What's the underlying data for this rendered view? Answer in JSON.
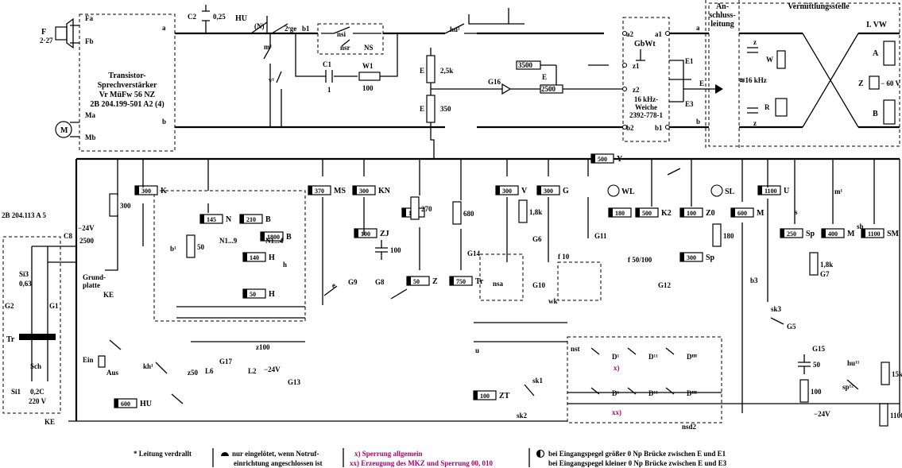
{
  "headers": {
    "anschluss": "An-\nschluss-\nleitung",
    "vermittlung": "Vermittlungsstelle"
  },
  "amplifier": {
    "lines": [
      "Transistor-",
      "Sprechverstärker",
      "Vr MüFw 56 NZ",
      "2B 204.199-501 A2 (4)"
    ],
    "fa": "Fa",
    "fb": "Fb",
    "ma": "Ma",
    "mb": "Mb",
    "f": "F",
    "f_ref": "2·27",
    "m": "M"
  },
  "psu": {
    "ref": "2B 204.113 A 5",
    "si3": "Si3",
    "si3v": "0,63",
    "g2": "G2",
    "g1": "G1",
    "tr": "Tr",
    "sch": "Sch",
    "si1": "Si1",
    "si1v": "0,2C",
    "v220": "220 V",
    "c8": "C8",
    "c8v": "2500",
    "v24": "−24V",
    "grundplatte": "Grund-\nplatte",
    "ke": "KE"
  },
  "labels": {
    "a": "a",
    "b": "b",
    "c2": "C2",
    "c2v": "0,25",
    "hu": "HU",
    "n": "(N)",
    "m1": "m¹",
    "v1": "v¹",
    "ge2": "2ʳge",
    "b1": "b1",
    "nsi": "nsi",
    "nsr": "nsr",
    "ns": "NS",
    "c1": "C1",
    "c1v": "1",
    "w1": "W1",
    "w1v": "100",
    "hu1": "hu¹",
    "e25": "2,5k",
    "e350": "350",
    "E": "E",
    "g16": "G16",
    "e3500": "3500",
    "e2500": "2500",
    "gbwt": "GbWt",
    "z1": "z1",
    "z2": "z2",
    "a2": "a2",
    "b2": "b2",
    "a1": "a1",
    "b1r": "b1",
    "weiche": "16 kHz-\nWeiche\n2392-778-1",
    "e1": "E1",
    "e3": "E3",
    "khz": "≋16 kHz",
    "lvw": "I. VW",
    "A": "A",
    "B": "B",
    "W": "W",
    "R": "R",
    "Z": "Z",
    "v60": "− 60 V",
    "zz": "z"
  },
  "relays": [
    {
      "id": "K",
      "v": "300"
    },
    {
      "id": "MS",
      "v": "370"
    },
    {
      "id": "KN",
      "v": "300"
    },
    {
      "id": "ZJ",
      "v": "100"
    },
    {
      "id": "V",
      "v": "300"
    },
    {
      "id": "G",
      "v": "300"
    },
    {
      "id": "Y",
      "v": "500"
    },
    {
      "id": "K2",
      "v": "500"
    },
    {
      "id": "Z0",
      "v": "100"
    },
    {
      "id": "M",
      "v": "600"
    },
    {
      "id": "U",
      "v": "1100"
    },
    {
      "id": "Sp",
      "v": "250"
    },
    {
      "id": "M2",
      "v": "400"
    },
    {
      "id": "SM",
      "v": "1100"
    },
    {
      "id": "Sp2",
      "v": "300"
    },
    {
      "id": "N",
      "v": "145"
    },
    {
      "id": "B",
      "v": "210"
    },
    {
      "id": "B2",
      "v": "1800"
    },
    {
      "id": "H",
      "v": "140"
    },
    {
      "id": "H2",
      "v": "50"
    },
    {
      "id": "Bs",
      "v": "50"
    },
    {
      "id": "Z",
      "v": "50"
    },
    {
      "id": "Tr",
      "v": "750"
    },
    {
      "id": "ZT",
      "v": "100"
    },
    {
      "id": "HU",
      "v": "600"
    },
    {
      "id": "W5",
      "v": "300"
    },
    {
      "id": "W7",
      "v": "100"
    },
    {
      "id": "Z270",
      "v": "270"
    },
    {
      "id": "Z680",
      "v": "680"
    },
    {
      "id": "W9",
      "v": "180"
    },
    {
      "id": "W10",
      "v": "180"
    },
    {
      "id": "W11",
      "v": "100"
    },
    {
      "id": "W4",
      "v": "1,8k"
    },
    {
      "id": "W3",
      "v": "1,8k"
    },
    {
      "id": "C9",
      "v": "100"
    },
    {
      "id": "C10",
      "v": "50"
    },
    {
      "id": "SP",
      "v": "15k"
    },
    {
      "id": "S",
      "v": "1100"
    }
  ],
  "misc": {
    "wl": "WL",
    "sl": "SL",
    "g6": "G6",
    "g9": "G9",
    "g8": "G8",
    "g10": "G10",
    "g11": "G11",
    "g12": "G12",
    "g13": "G13",
    "g14": "G14",
    "g15": "G15",
    "g17": "G17",
    "g5": "G5",
    "g7": "G7",
    "nsa": "nsa",
    "wk": "wk",
    "f10": "f 10",
    "f5100": "f 50/100",
    "ein": "Ein",
    "aus": "Aus",
    "kh1": "kh¹",
    "z50": "z50",
    "z100": "z100",
    "l6": "L6",
    "l2": "L2",
    "v24b": "−24V",
    "nst": "nst",
    "nsd2": "nsd2",
    "u": "u",
    "d1": "D¹",
    "d2": "D¹¹",
    "d3": "Dᴵᴵᴵ",
    "sk1": "sk1",
    "sk2": "sk2",
    "sk3": "sk3",
    "hu2": "hu¹¹",
    "sp12": "sp¹²",
    "b3": "b3",
    "x": "x)",
    "xx": "xx)",
    "ke": "KE",
    "v24c": "−24V",
    "n19": "N1...9",
    "n14": "N1...4",
    "e": "e",
    "h": "h",
    "b1s": "b¹",
    "s": "s",
    "sh": "sh",
    "m1": "m¹"
  },
  "legend": {
    "star": "* Leitung verdrallt",
    "half1": "nur eingelötet, wenn Notruf-",
    "half2": "einrichtung angeschlossen ist",
    "x1": "x)  Sperrung allgemein",
    "x2": "xx)  Erzeugung des MKZ und Sperrung 00, 010",
    "p1": "bei Eingangspegel größer 0 Np Brücke zwischen E und E1",
    "p2": "bei Eingangspegel kleiner 0 Np Brücke zwischen E und E3"
  }
}
